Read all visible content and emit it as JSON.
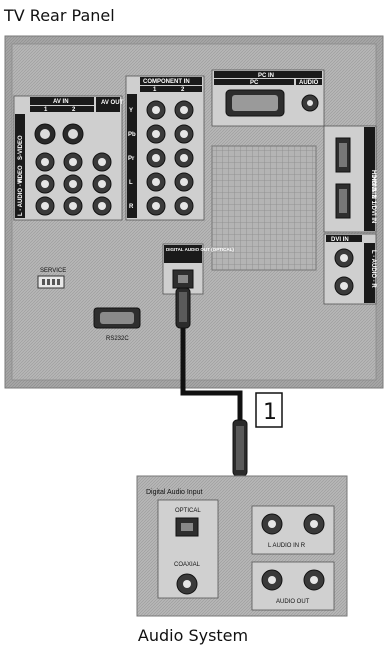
{
  "heading": "TV Rear Panel",
  "caption": "Audio System",
  "tv_panel": {
    "av_in": "AV IN",
    "av_out": "AV OUT",
    "av_in_1": "1",
    "av_in_2": "2",
    "svideo": "S-VIDEO",
    "video": "VIDEO",
    "audio_l": "L - AUDIO - R",
    "component_in": "COMPONENT IN",
    "comp_1": "1",
    "comp_2": "2",
    "y": "Y",
    "pb": "Pb",
    "pr": "Pr",
    "l": "L",
    "r": "R",
    "pc_in": "PC IN",
    "pc": "PC",
    "audio": "AUDIO",
    "hdmi_in_2": "HDMI IN 2",
    "hdmi_in_1": "HDMI IN 1/DVI IN",
    "dvi_in": "DVI IN",
    "dvi_audio": "L - AUDIO - R",
    "digital_audio_out": "DIGITAL AUDIO OUT (OPTICAL)",
    "service": "SERVICE",
    "rs232c": "RS232C"
  },
  "step_marker": "1",
  "audio_system": {
    "digital_audio_input": "Digital Audio Input",
    "optical": "OPTICAL",
    "coaxial": "COAXIAL",
    "audio_in": "L  AUDIO IN  R",
    "audio_out": "AUDIO OUT"
  },
  "colors": {
    "panel_gray": "#9c9c9c",
    "label_black": "#1a1a1a",
    "cable": "#111111",
    "connector_dark": "#333333"
  }
}
